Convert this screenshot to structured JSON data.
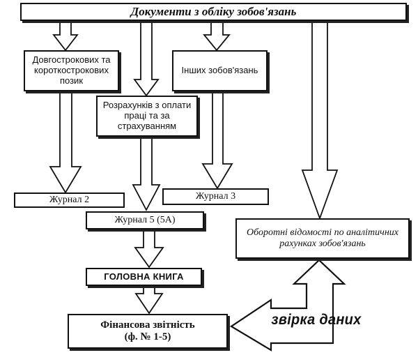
{
  "title": "Документи з обліку зобов'язань",
  "sources": {
    "loans": "Довгострокових та короткострокових позик",
    "wages": "Розрахунків з оплати праці та за страхуванням",
    "other": "Інших зобов'язань"
  },
  "journals": {
    "j2": "Журнал 2",
    "j5": "Журнал 5 (5А)",
    "j3": "Журнал 3"
  },
  "turnover": "Оборотні відомості по аналітичних рахунках зобов'язань",
  "ledger": "ГОЛОВНА КНИГА",
  "report": {
    "line1": "Фінансова звітність",
    "line2": "(ф. № 1-5)"
  },
  "reconcile": "звірка даних"
}
